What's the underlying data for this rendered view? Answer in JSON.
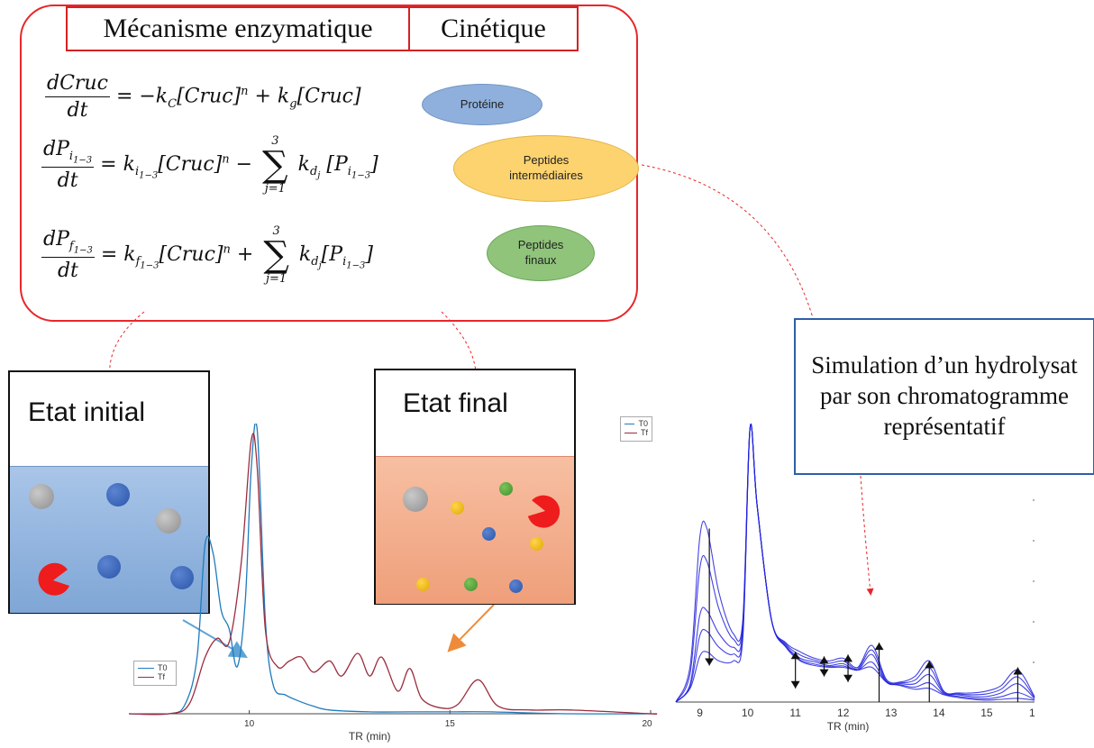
{
  "tabs": {
    "left": "Mécanisme enzymatique",
    "right": "Cinétique"
  },
  "equations": {
    "eq1": {
      "num": "dCruc",
      "den": "dt",
      "rhs": "= −k",
      "rhs_sub": "C",
      "rhs_mid": "[Cruc]",
      "rhs_sup": "n",
      "rhs_end": "+  k",
      "rhs_end_sub": "g",
      "rhs_tail": "[Cruc]"
    },
    "eq2": {
      "num": "dP",
      "num_sub": "i",
      "num_subsub": "1−3",
      "den": "dt"
    },
    "eq3": {
      "num": "dP",
      "num_sub": "f",
      "num_subsub": "1−3",
      "den": "dt"
    },
    "sum_top": "3",
    "sum_bottom": "j=1"
  },
  "ellipses": {
    "protein": "Protéine",
    "intermediates": "Peptides intermédiaires",
    "finals": "Peptides finaux"
  },
  "states": {
    "initial": "Etat initial",
    "final": "Etat final"
  },
  "simulation_label": "Simulation d’un hydrolysat par son chromatogramme représentatif",
  "colors": {
    "t0": "#1f7bbd",
    "tf": "#9b2d3f",
    "sim": "#2222dd",
    "protein_fill": "#8fb0dc",
    "intermediate_fill": "#fcd36f",
    "final_fill": "#8fc47a",
    "border_red": "#e8262a"
  },
  "chart_data": [
    {
      "type": "line",
      "xlabel": "TR (min)",
      "xlim": [
        7,
        20
      ],
      "x_ticks": [
        "10",
        "15",
        "20"
      ],
      "legend": [
        "T0",
        "Tf"
      ],
      "legend_placement": "left",
      "series": [
        {
          "name": "T0",
          "x": [
            8.0,
            8.4,
            8.7,
            8.9,
            9.1,
            9.3,
            9.5,
            9.7,
            9.9,
            10.05,
            10.2,
            10.4,
            10.6,
            10.9,
            11.2,
            11.6,
            12.0,
            13,
            14,
            15,
            16,
            18,
            20
          ],
          "y": [
            0,
            5,
            30,
            90,
            85,
            55,
            45,
            25,
            60,
            130,
            150,
            50,
            15,
            10,
            7,
            4,
            2,
            1,
            1,
            1,
            1,
            0,
            0
          ]
        },
        {
          "name": "Tf",
          "x": [
            8.0,
            8.5,
            8.9,
            9.2,
            9.5,
            9.8,
            10.05,
            10.2,
            10.4,
            10.7,
            11.0,
            11.3,
            11.6,
            12.0,
            12.3,
            12.7,
            13.0,
            13.3,
            13.7,
            14.0,
            14.3,
            14.8,
            15.2,
            15.7,
            16.2,
            17,
            18,
            20
          ],
          "y": [
            0,
            5,
            30,
            40,
            38,
            80,
            145,
            130,
            45,
            25,
            28,
            30,
            22,
            28,
            20,
            32,
            20,
            30,
            12,
            24,
            8,
            3,
            5,
            18,
            4,
            2,
            2,
            0
          ]
        }
      ]
    },
    {
      "type": "line",
      "xlabel": "TR (min)",
      "xlim": [
        8.5,
        16
      ],
      "x_ticks": [
        "9",
        "10",
        "11",
        "12",
        "13",
        "14",
        "15",
        "1"
      ],
      "series": [
        {
          "x": [
            8.5,
            8.8,
            9.0,
            9.15,
            9.4,
            9.7,
            9.9,
            10.05,
            10.2,
            10.5,
            10.8,
            11.1,
            11.4,
            11.7,
            12.0,
            12.3,
            12.6,
            12.9,
            13.2,
            13.5,
            13.8,
            14.1,
            14.4,
            14.7,
            15.0,
            15.3,
            15.65,
            16.0
          ],
          "y": [
            0,
            40,
            180,
            190,
            120,
            75,
            90,
            300,
            215,
            90,
            60,
            45,
            40,
            38,
            38,
            35,
            38,
            22,
            18,
            14,
            15,
            8,
            5,
            3,
            2,
            3,
            4,
            2
          ]
        },
        {
          "x": [
            8.5,
            8.8,
            9.0,
            9.15,
            9.4,
            9.7,
            9.9,
            10.05,
            10.2,
            10.5,
            10.8,
            11.1,
            11.4,
            11.7,
            12.0,
            12.3,
            12.6,
            12.9,
            13.2,
            13.5,
            13.8,
            14.1,
            14.4,
            14.7,
            15.0,
            15.3,
            15.65,
            16.0
          ],
          "y": [
            0,
            20,
            95,
            100,
            75,
            60,
            80,
            300,
            215,
            90,
            62,
            48,
            44,
            40,
            42,
            35,
            52,
            22,
            20,
            20,
            30,
            10,
            8,
            6,
            6,
            10,
            20,
            4
          ]
        },
        {
          "x": [
            8.5,
            8.8,
            9.0,
            9.15,
            9.4,
            9.7,
            9.9,
            10.05,
            10.2,
            10.5,
            10.8,
            11.1,
            11.4,
            11.7,
            12.0,
            12.3,
            12.6,
            12.9,
            13.2,
            13.5,
            13.8,
            14.1,
            14.4,
            14.7,
            15.0,
            15.3,
            15.65,
            16.0
          ],
          "y": [
            0,
            15,
            50,
            55,
            45,
            45,
            70,
            300,
            215,
            90,
            65,
            55,
            48,
            45,
            48,
            38,
            62,
            25,
            22,
            28,
            45,
            12,
            10,
            10,
            12,
            18,
            35,
            6
          ]
        }
      ]
    }
  ]
}
